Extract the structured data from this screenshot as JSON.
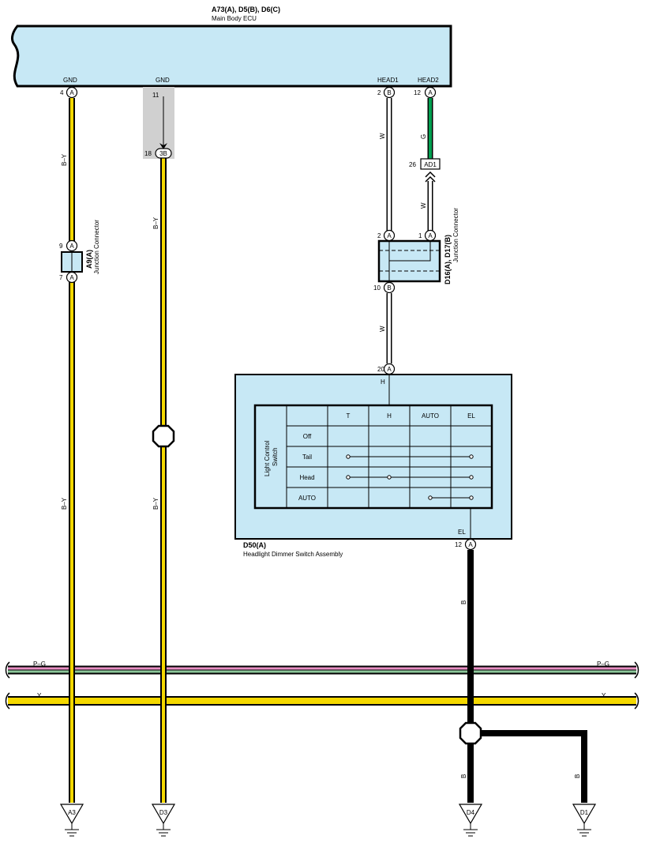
{
  "ecu": {
    "id": "A73(A), D5(B), D6(C)",
    "name": "Main Body ECU",
    "pins": {
      "gnd1": {
        "label": "GND",
        "num": "4",
        "conn": "A"
      },
      "gnd2": {
        "label": "GND",
        "num": "11"
      },
      "head1": {
        "label": "HEAD1",
        "num": "2",
        "conn": "B"
      },
      "head2": {
        "label": "HEAD2",
        "num": "12",
        "conn": "A"
      }
    }
  },
  "wires": {
    "gnd1_color": "B–Y",
    "gnd2_color_top": "B–Y",
    "gnd1_color_low": "B–Y",
    "gnd2_color_low": "B–Y",
    "head1_color": "W",
    "head2_color": "G",
    "ad1_to_d16_color": "W",
    "d16_to_d50_color": "W",
    "el_color": "B",
    "d4_color": "B",
    "d1_color": "B",
    "bus_pg": "P–G",
    "bus_pg_right": "P–G",
    "bus_y": "Y",
    "bus_y_right": "Y"
  },
  "connectors": {
    "pin_3b": {
      "num": "18",
      "conn": "3B"
    },
    "ad1": {
      "num": "26",
      "conn": "AD1"
    },
    "a9": {
      "id": "A9(A)",
      "name": "Junction Connector",
      "top": {
        "num": "9",
        "conn": "A"
      },
      "bottom": {
        "num": "7",
        "conn": "A"
      }
    },
    "d16": {
      "id": "D16(A), D17(B)",
      "name": "Junction Connector",
      "top_left": {
        "num": "2",
        "conn": "A"
      },
      "top_right": {
        "num": "1",
        "conn": "A"
      },
      "bottom": {
        "num": "10",
        "conn": "B"
      }
    }
  },
  "switch": {
    "id": "D50(A)",
    "name": "Headlight Dimmer Switch Assembly",
    "top_pin": {
      "num": "20",
      "conn": "A",
      "label": "H"
    },
    "bottom_pin": {
      "num": "12",
      "conn": "A",
      "label": "EL"
    },
    "table": {
      "title": "Light Control Switch",
      "columns": [
        "T",
        "H",
        "AUTO",
        "EL"
      ],
      "rows": [
        "Off",
        "Tail",
        "Head",
        "AUTO"
      ]
    }
  },
  "grounds": [
    "A3",
    "D3",
    "D4",
    "D1"
  ],
  "colors": {
    "ecu_fill": "#c7e8f5",
    "wire_yellow": "#f4d800",
    "wire_green": "#00a050",
    "wire_pink": "#e88ec3",
    "wire_green_light": "#8cc79a",
    "shade": "#d0d0d0"
  }
}
